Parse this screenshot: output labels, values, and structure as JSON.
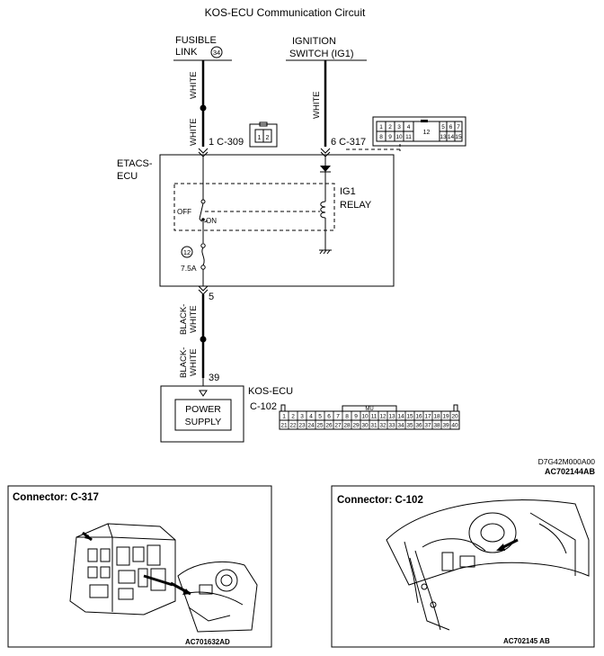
{
  "title": "KOS-ECU Communication Circuit",
  "fusible_link": {
    "line1": "FUSIBLE",
    "line2": "LINK",
    "number": "34"
  },
  "ignition_switch": {
    "line1": "IGNITION",
    "line2": "SWITCH (IG1)"
  },
  "wire_colors": {
    "white": "WHITE",
    "black_white_1": "BLACK-",
    "black_white_2": "WHITE"
  },
  "pins": {
    "c309": "1  C-309",
    "c317": "6  C-317",
    "etacs_out": "5",
    "kos_in": "39"
  },
  "etacs": {
    "line1": "ETACS-",
    "line2": "ECU"
  },
  "relay": {
    "line1": "IG1",
    "line2": "RELAY",
    "off": "OFF",
    "on": "ON"
  },
  "fuse": {
    "number": "12",
    "rating": "7.5A"
  },
  "kos_ecu": {
    "name": "KOS-ECU",
    "connector": "C-102",
    "power_line1": "POWER",
    "power_line2": "SUPPLY",
    "connector_tag": "MU"
  },
  "mini_c309": [
    "1",
    "2"
  ],
  "mini_c317": {
    "row1_left": [
      "1",
      "2",
      "3",
      "4"
    ],
    "row1_right": [
      "5",
      "6",
      "7"
    ],
    "row2_left": [
      "8",
      "9",
      "10",
      "11"
    ],
    "row2_right": [
      "13",
      "14",
      "15"
    ],
    "center": "12"
  },
  "c102_row1": [
    "1",
    "2",
    "3",
    "4",
    "5",
    "6",
    "7",
    "8",
    "9",
    "10",
    "11",
    "12",
    "13",
    "14",
    "15",
    "16",
    "17",
    "18",
    "19",
    "20"
  ],
  "c102_row2": [
    "21",
    "22",
    "23",
    "24",
    "25",
    "26",
    "27",
    "28",
    "29",
    "30",
    "31",
    "32",
    "33",
    "34",
    "35",
    "36",
    "37",
    "38",
    "39",
    "40"
  ],
  "codes": {
    "line1": "D7G42M000A00",
    "line2": "AC702144AB"
  },
  "panel_left": {
    "title": "Connector: C-317",
    "code": "AC701632AD"
  },
  "panel_right": {
    "title": "Connector: C-102",
    "code": "AC702145 AB"
  }
}
